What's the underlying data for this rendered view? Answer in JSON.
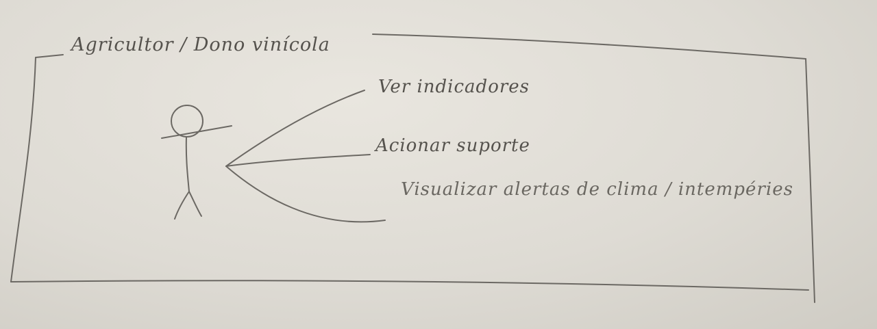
{
  "diagram": {
    "system_title": "Agricultor / Dono vinícola",
    "use_cases": [
      "Ver indicadores",
      "Acionar suporte",
      "Visualizar alertas de clima / intempéries"
    ]
  },
  "colors": {
    "paper": "#e4e1da",
    "pencil": "#5e5b56"
  }
}
